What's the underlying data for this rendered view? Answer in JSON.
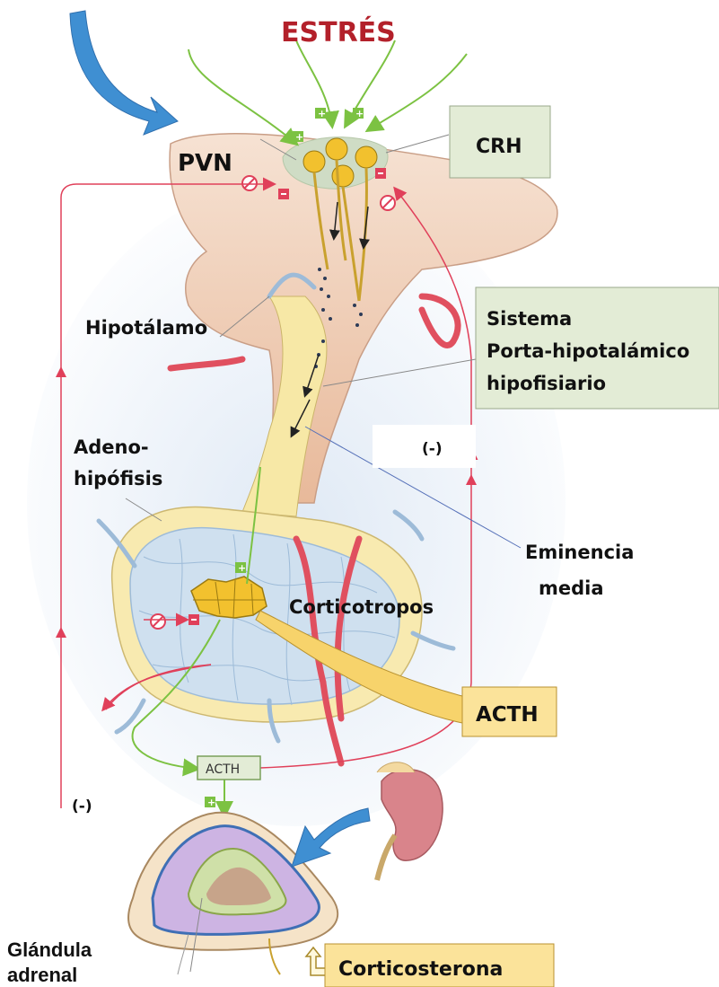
{
  "title": "ESTRÉS",
  "labels": {
    "pvn": "PVN",
    "crh": "CRH",
    "hipotalamo": "Hipotálamo",
    "sistema_line1": "Sistema",
    "sistema_line2": "Porta-hipotalámico",
    "sistema_line3": "hipofisiario",
    "adeno_line1": "Adeno-",
    "adeno_line2": "hipófisis",
    "neg_right": "(-)",
    "eminencia_line1": "Eminencia",
    "eminencia_line2": "media",
    "corticotropos": "Corticotropos",
    "acth_box": "ACTH",
    "acth_small": "ACTH",
    "neg_left": "(-)",
    "glandula_line1": "Glándula",
    "glandula_line2": "adrenal",
    "corticosterona": "Corticosterona"
  },
  "colors": {
    "title": "#b3202a",
    "green_box": "#e3ecd6",
    "yellow_box": "#fbe39a",
    "feedback_red": "#e0405a",
    "stimulus_green": "#7cc242",
    "blue_arrow": "#3f8fd2"
  }
}
